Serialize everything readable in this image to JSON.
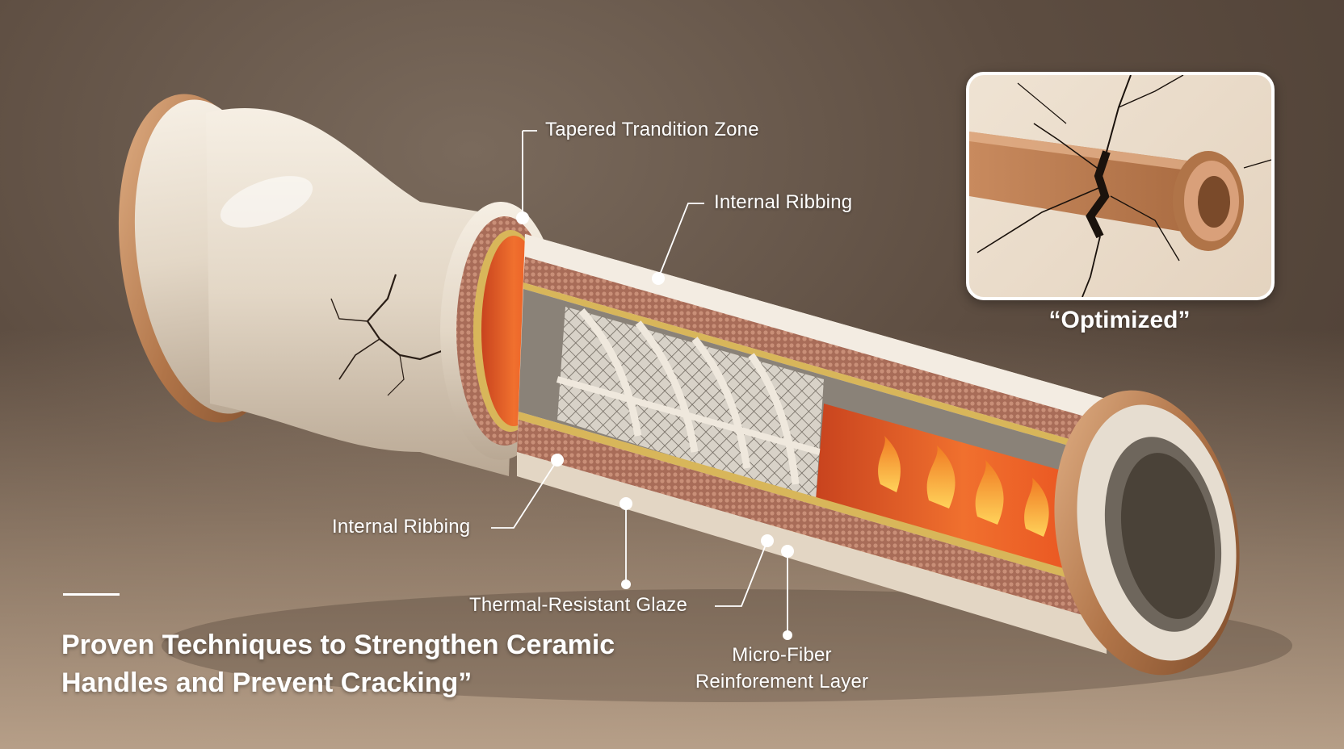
{
  "labels": {
    "tapered_zone": "Tapered Trandition Zone",
    "internal_ribbing_top": "Internal Ribbing",
    "internal_ribbing_left": "Internal Ribbing",
    "thermal_glaze": "Thermal-Resistant Glaze",
    "micro_fiber_line1": "Micro-Fiber",
    "micro_fiber_line2": "Reinforement Layer"
  },
  "inset": {
    "caption": "“Optimized”"
  },
  "title": {
    "line1": "Proven Techniques to Strengthen Ceramic",
    "line2": "Handles and Prevent Cracking”"
  },
  "colors": {
    "ceramic": "#e9dfd0",
    "copper": "#b8825a",
    "fiber": "#b7806a",
    "glaze": "#d8b65a",
    "heat": "#e8622a",
    "leader": "#ffffff"
  }
}
